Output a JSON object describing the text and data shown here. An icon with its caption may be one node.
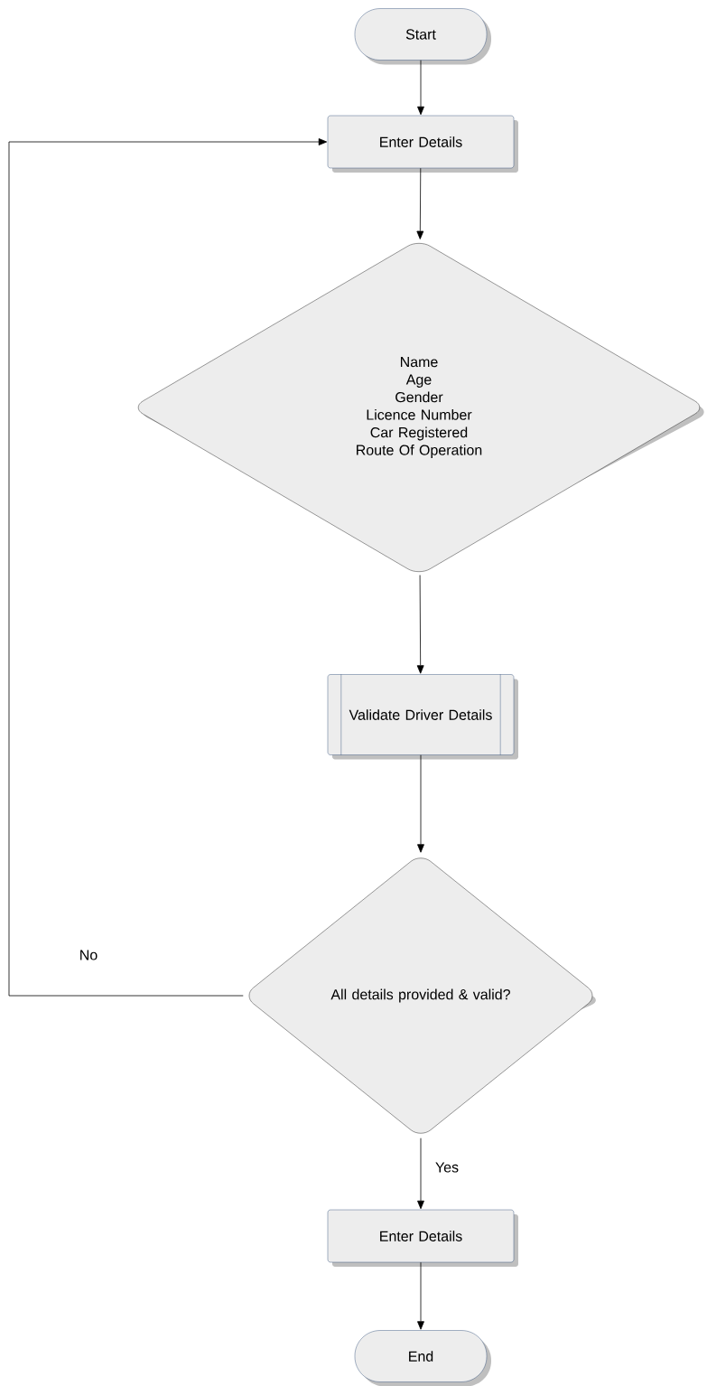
{
  "diagram": {
    "nodes": [
      {
        "text": [
          "Start"
        ]
      },
      {
        "text": [
          "Enter Details"
        ]
      },
      {
        "text": [
          "Name",
          "Age",
          "Gender",
          "Licence Number",
          "Car Registered",
          "Route Of Operation"
        ]
      },
      {
        "text": [
          "Validate Driver Details"
        ]
      },
      {
        "text": [
          "All details provided & valid?"
        ]
      },
      {
        "text": [
          "Enter Details"
        ]
      },
      {
        "text": [
          "End"
        ]
      }
    ],
    "edges": [
      {
        "from": 0,
        "to": 1,
        "arrow": "to"
      },
      {
        "from": 1,
        "to": 2,
        "arrow": "to"
      },
      {
        "from": 2,
        "to": 3,
        "arrow": "to"
      },
      {
        "from": 3,
        "to": 4,
        "arrow": "to"
      },
      {
        "from": 4,
        "to": 1,
        "arrow": "to",
        "label": "No"
      },
      {
        "from": 4,
        "to": 5,
        "arrow": "to",
        "label": "Yes"
      },
      {
        "from": 5,
        "to": 6,
        "arrow": "to"
      }
    ]
  }
}
